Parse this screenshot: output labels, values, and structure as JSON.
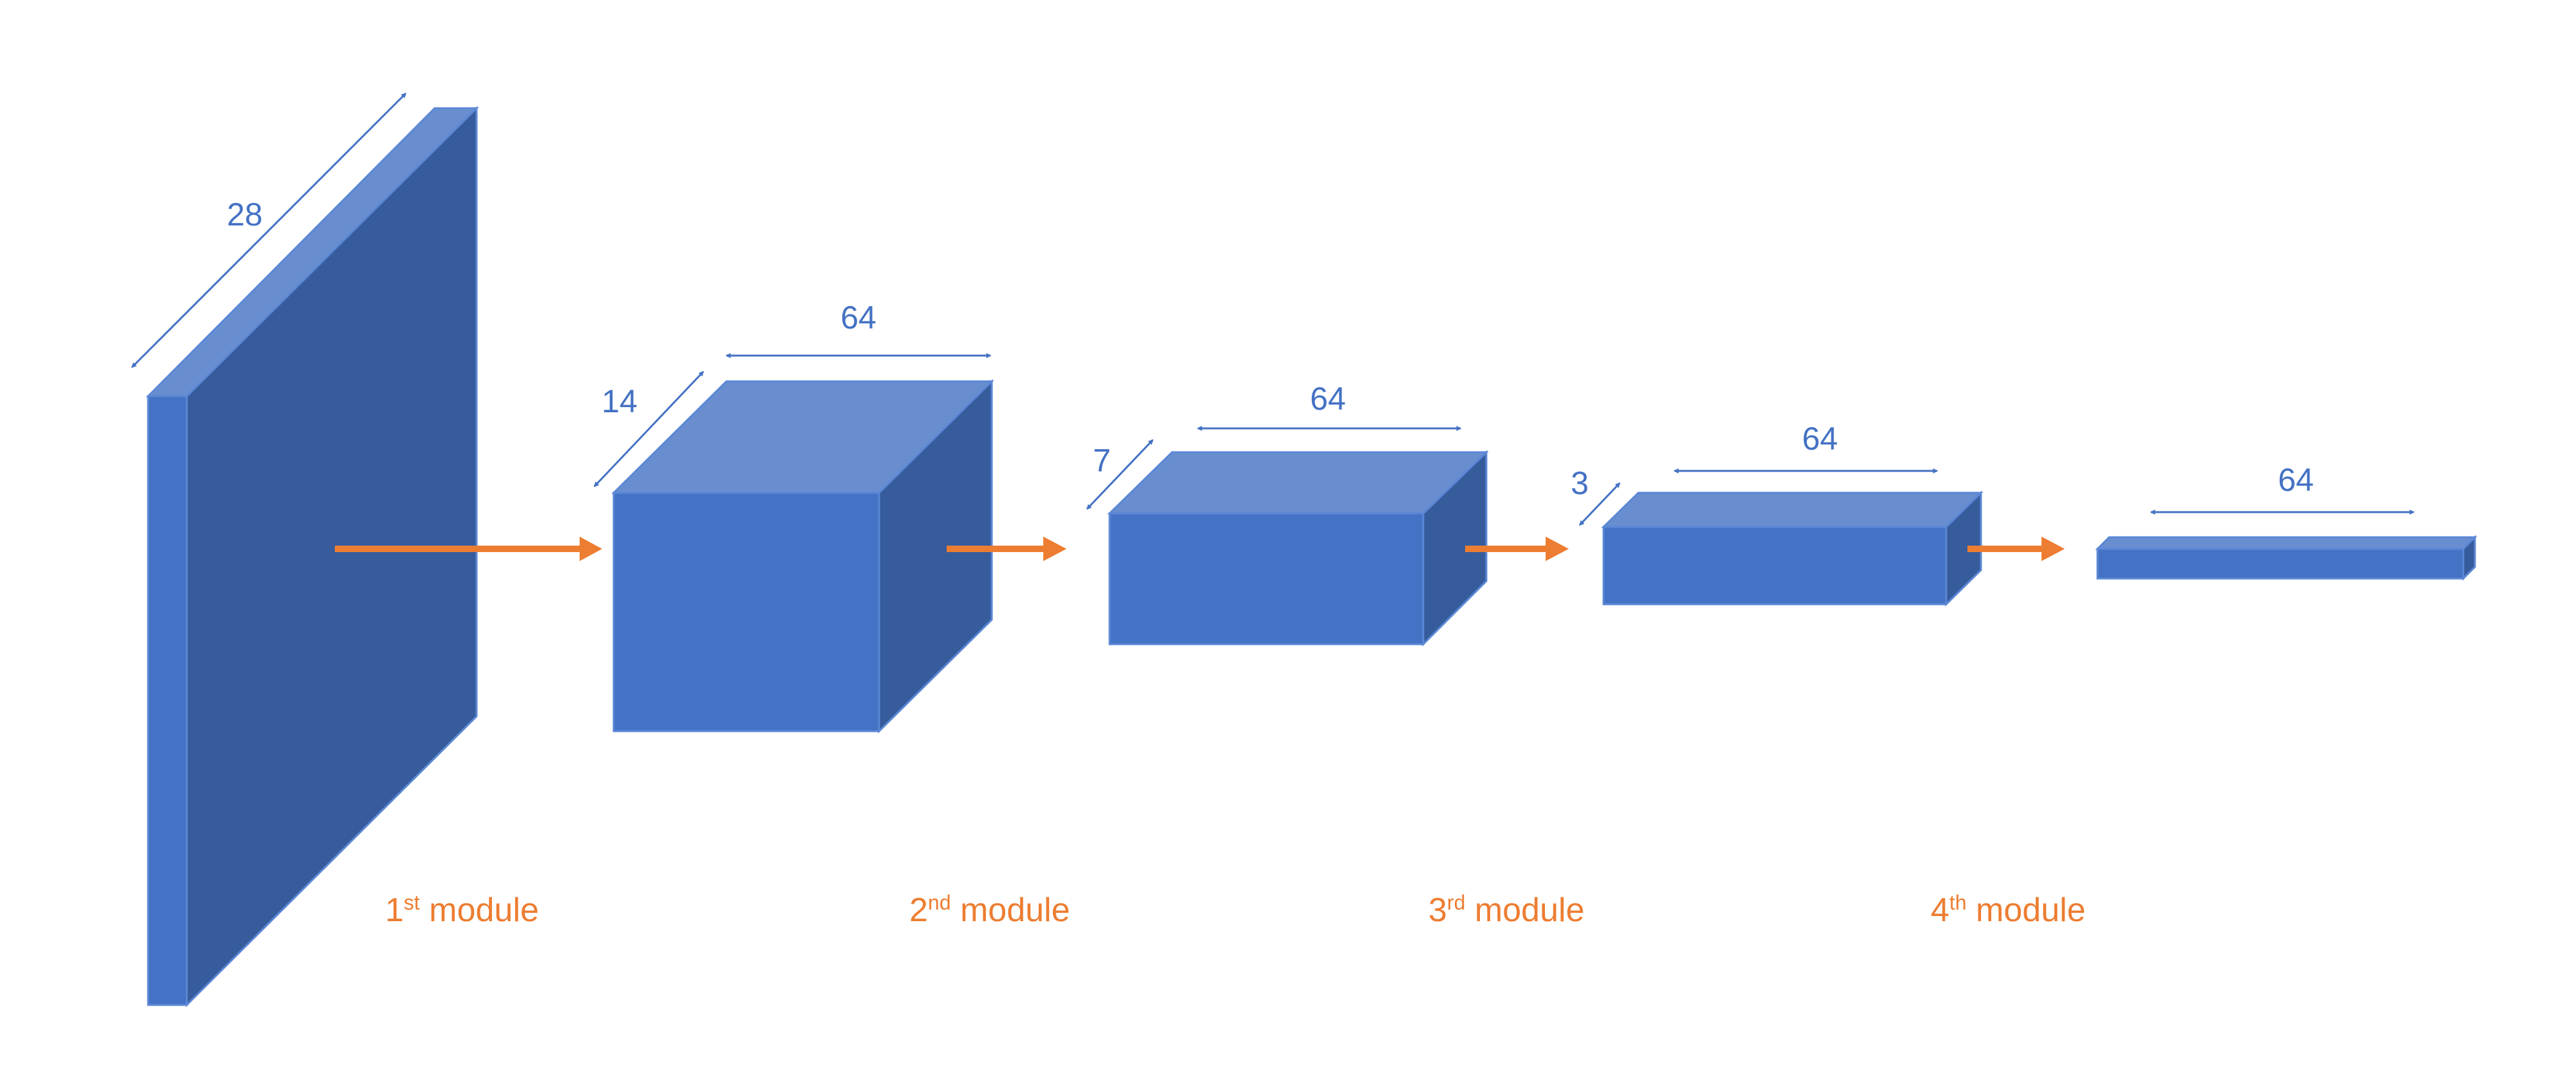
{
  "colors": {
    "front": "#4472c4",
    "top": "#698ed0",
    "side": "#375c9c",
    "edge": "#5b87d6",
    "arrow": "#ed7d31",
    "dimension": "#4472c4",
    "background": "#ffffff"
  },
  "dimensions": {
    "block1_depth": "28",
    "block2_depth": "14",
    "block2_width": "64",
    "block3_depth": "7",
    "block3_width": "64",
    "block4_depth": "3",
    "block4_width": "64",
    "block5_width": "64"
  },
  "modules": [
    {
      "number": "1",
      "suffix": "st",
      "word": " module"
    },
    {
      "number": "2",
      "suffix": "nd",
      "word": " module"
    },
    {
      "number": "3",
      "suffix": "rd",
      "word": " module"
    },
    {
      "number": "4",
      "suffix": "th",
      "word": " module"
    }
  ]
}
